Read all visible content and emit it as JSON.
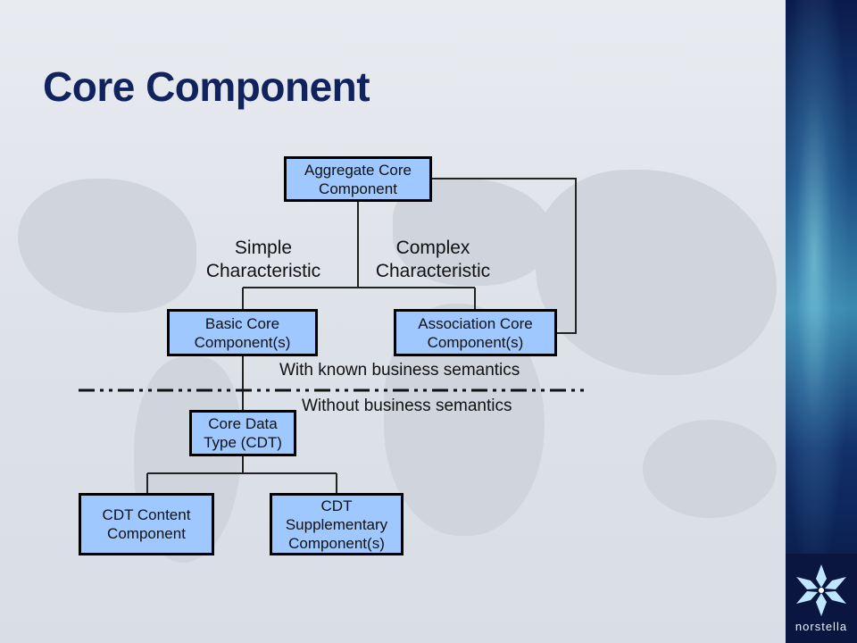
{
  "slide": {
    "title": "Core Component",
    "brand": "norstella"
  },
  "diagram": {
    "aggregate": "Aggregate Core\nComponent",
    "simple": "Simple\nCharacteristic",
    "complex": "Complex\nCharacteristic",
    "basic": "Basic Core\nComponent(s)",
    "association": "Association Core\nComponent(s)",
    "with_semantics": "With known business semantics",
    "without_semantics": "Without business semantics",
    "cdt": "Core Data\nType (CDT)",
    "cdt_content": "CDT Content\nComponent",
    "cdt_supplementary": "CDT\nSupplementary\nComponent(s)"
  },
  "colors": {
    "box_fill": "#9ec8ff",
    "title": "#10235e"
  }
}
